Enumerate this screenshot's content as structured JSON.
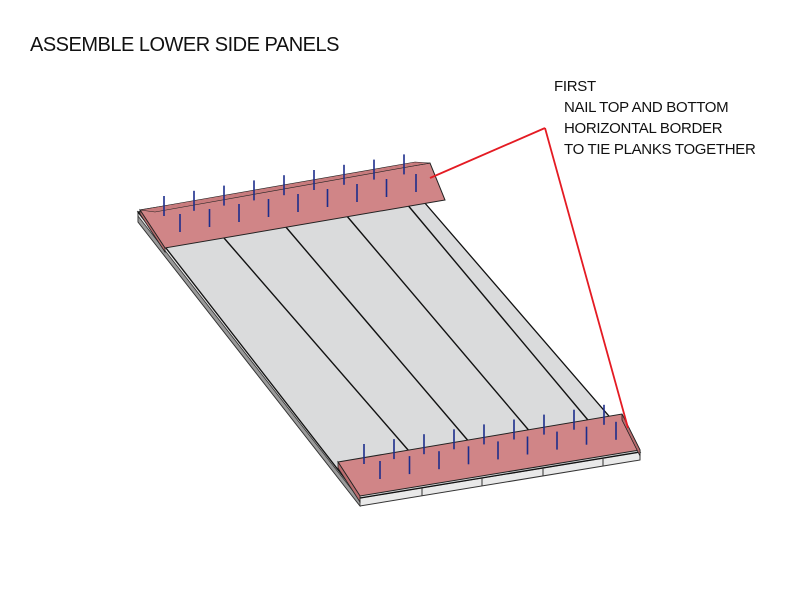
{
  "title": "ASSEMBLE LOWER SIDE PANELS",
  "note": {
    "lines": [
      "FIRST",
      "NAIL TOP AND BOTTOM",
      "HORIZONTAL BORDER",
      "TO TIE PLANKS TOGETHER"
    ]
  },
  "colors": {
    "plank_fill": "#dadbdc",
    "plank_line": "#111111",
    "border_fill": "#d08587",
    "border_side": "#b86c6e",
    "nail": "#1c2d8c",
    "callout": "#e41b23"
  },
  "counts": {
    "planks": 5,
    "nails_per_border": 18
  }
}
